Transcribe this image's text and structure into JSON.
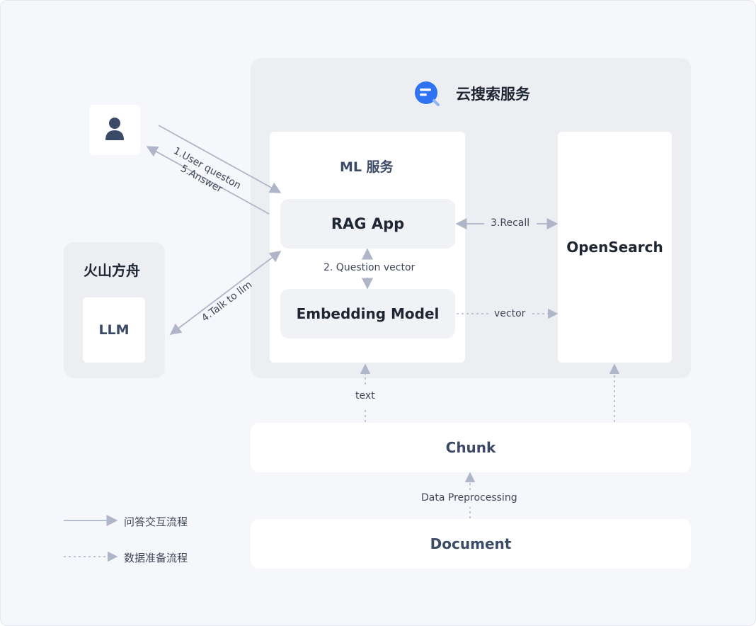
{
  "cloud_service": {
    "title": "云搜索服务",
    "icon": "search-service-icon"
  },
  "ml_service": {
    "title": "ML 服务"
  },
  "rag_app": {
    "label": "RAG App"
  },
  "embedding_model": {
    "label": "Embedding Model"
  },
  "opensearch": {
    "label": "OpenSearch"
  },
  "ark": {
    "title": "火山方舟",
    "llm": "LLM"
  },
  "user": {
    "icon": "user-icon"
  },
  "chunk": {
    "label": "Chunk"
  },
  "document": {
    "label": "Document"
  },
  "edges": {
    "user_question": "1.User queston",
    "question_vector": "2. Question vector",
    "recall": "3.Recall",
    "talk_to_llm": "4.Talk to llm",
    "answer": "5.Answer",
    "vector": "vector",
    "text": "text",
    "data_preprocessing": "Data Preprocessing"
  },
  "legend": {
    "solid": "问答交互流程",
    "dashed": "数据准备流程"
  },
  "colors": {
    "arrow": "#aeb6c8",
    "icon_blue": "#2f73f2",
    "user_icon": "#3b4a66"
  }
}
